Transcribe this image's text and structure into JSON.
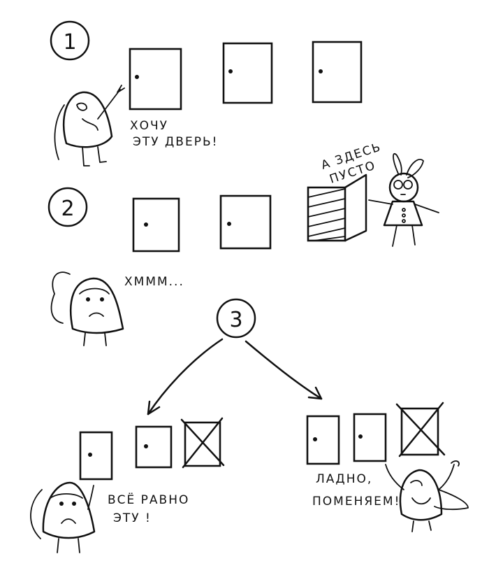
{
  "steps": {
    "one": "1",
    "two": "2",
    "three": "3"
  },
  "speech": {
    "want_line1": "ХОЧУ",
    "want_line2": "ЭТУ ДВЕРЬ!",
    "empty_line1": "А ЗДЕСЬ",
    "empty_line2": "ПУСТО",
    "hmm": "ХМММ...",
    "stay_line1": "ВСЁ РАВНО",
    "stay_line2": "ЭТУ !",
    "switch_line1": "ЛАДНО,",
    "switch_line2": "ПОМЕНЯЕМ!"
  }
}
